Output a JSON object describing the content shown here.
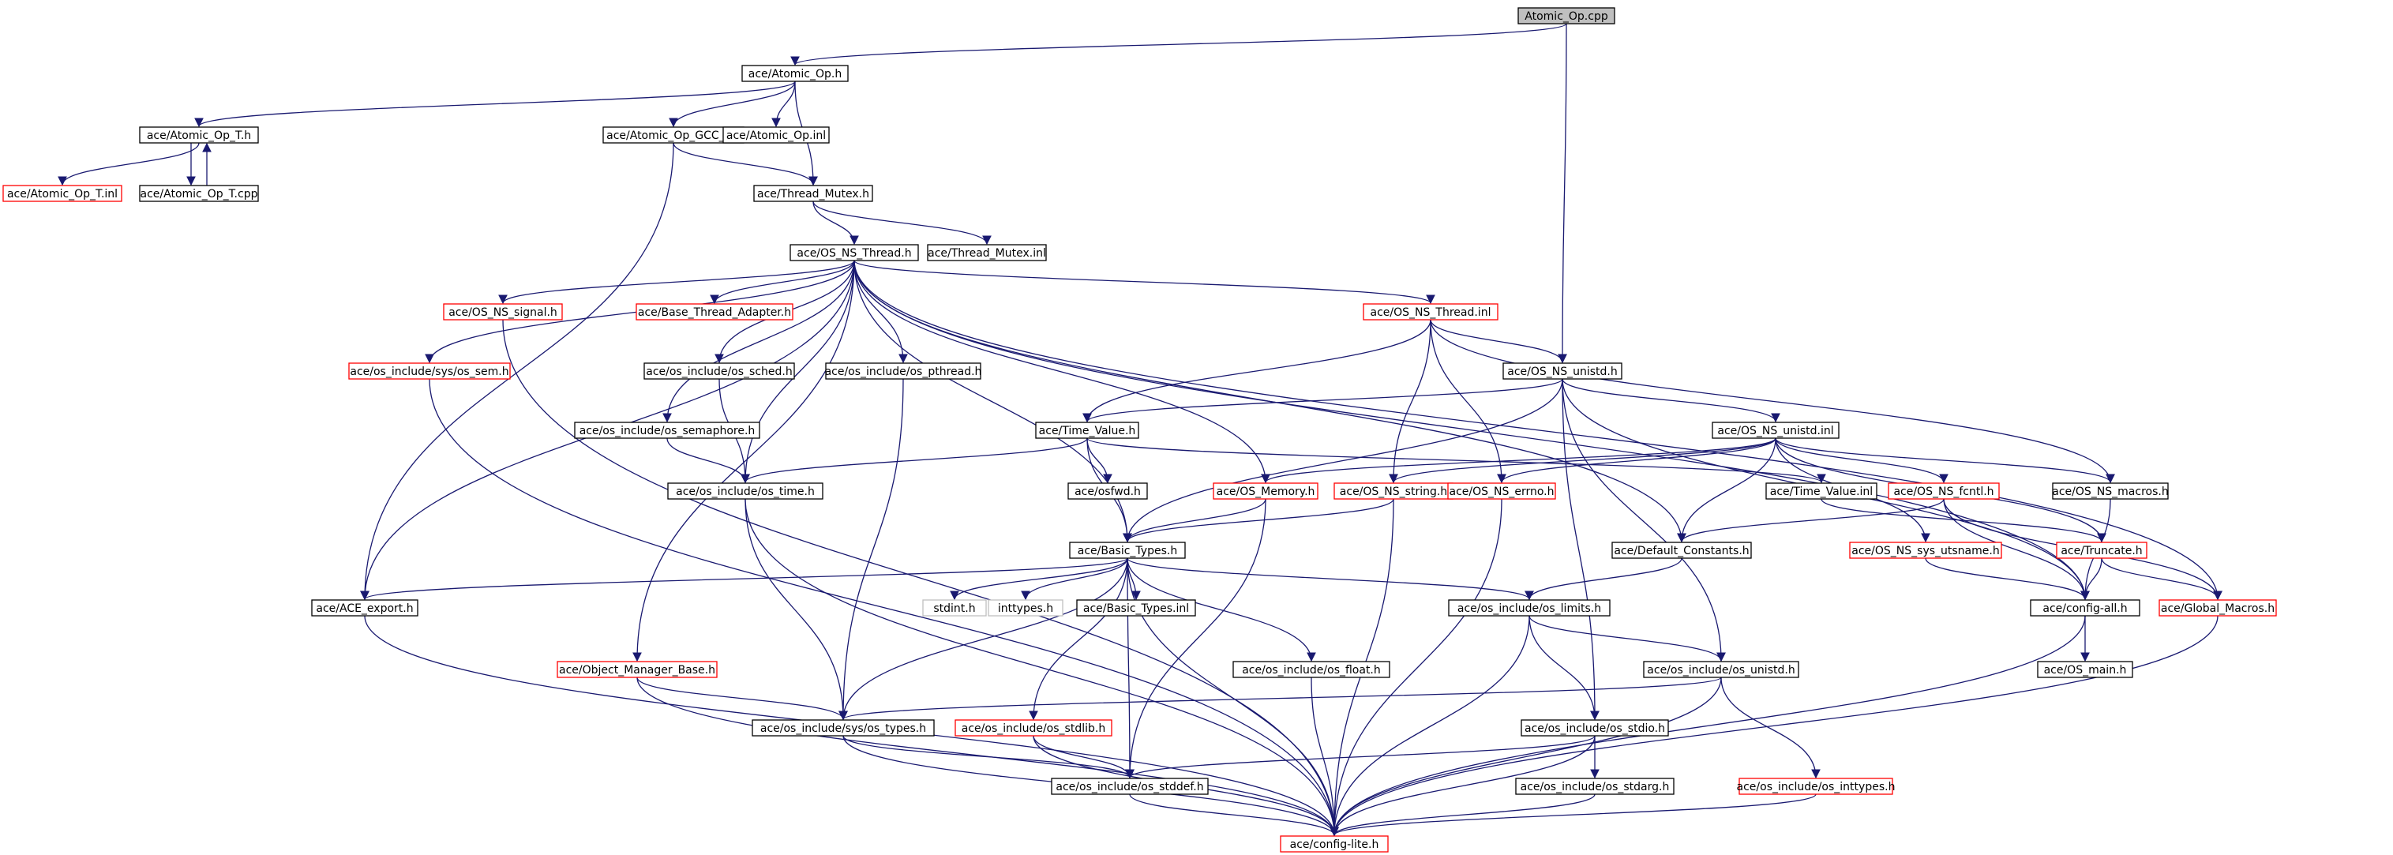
{
  "colors": {
    "edge": "#191970",
    "border_normal": "#000000",
    "border_incomplete": "#ff0000",
    "border_external": "#bfbfbf",
    "root_fill": "#bfbfbf",
    "node_fill": "#ffffff"
  },
  "nodes": [
    {
      "id": "n0",
      "label": "Atomic_Op.cpp",
      "kind": "root"
    },
    {
      "id": "n1",
      "label": "ace/Atomic_Op.h",
      "kind": "normal"
    },
    {
      "id": "n2",
      "label": "ace/Atomic_Op_T.h",
      "kind": "normal"
    },
    {
      "id": "n3",
      "label": "ace/Atomic_Op_GCC_T.h",
      "kind": "normal"
    },
    {
      "id": "n4",
      "label": "ace/Atomic_Op.inl",
      "kind": "normal"
    },
    {
      "id": "n5",
      "label": "ace/Atomic_Op_T.inl",
      "kind": "incomplete"
    },
    {
      "id": "n6",
      "label": "ace/Atomic_Op_T.cpp",
      "kind": "normal"
    },
    {
      "id": "n7",
      "label": "ace/Thread_Mutex.h",
      "kind": "normal"
    },
    {
      "id": "n8",
      "label": "ace/OS_NS_Thread.h",
      "kind": "normal"
    },
    {
      "id": "n9",
      "label": "ace/Thread_Mutex.inl",
      "kind": "normal"
    },
    {
      "id": "n10",
      "label": "ace/OS_NS_signal.h",
      "kind": "incomplete"
    },
    {
      "id": "n11",
      "label": "ace/Base_Thread_Adapter.h",
      "kind": "incomplete"
    },
    {
      "id": "n12",
      "label": "ace/OS_NS_Thread.inl",
      "kind": "incomplete"
    },
    {
      "id": "n13",
      "label": "ace/os_include/sys/os_sem.h",
      "kind": "incomplete"
    },
    {
      "id": "n14",
      "label": "ace/os_include/os_sched.h",
      "kind": "normal"
    },
    {
      "id": "n15",
      "label": "ace/os_include/os_pthread.h",
      "kind": "normal"
    },
    {
      "id": "n16",
      "label": "ace/OS_NS_unistd.h",
      "kind": "normal"
    },
    {
      "id": "n17",
      "label": "ace/os_include/os_semaphore.h",
      "kind": "normal"
    },
    {
      "id": "n18",
      "label": "ace/Time_Value.h",
      "kind": "normal"
    },
    {
      "id": "n19",
      "label": "ace/OS_NS_unistd.inl",
      "kind": "normal"
    },
    {
      "id": "n20",
      "label": "ace/os_include/os_time.h",
      "kind": "normal"
    },
    {
      "id": "n21",
      "label": "ace/osfwd.h",
      "kind": "normal"
    },
    {
      "id": "n22",
      "label": "ace/OS_Memory.h",
      "kind": "incomplete"
    },
    {
      "id": "n23",
      "label": "ace/OS_NS_string.h",
      "kind": "incomplete"
    },
    {
      "id": "n24",
      "label": "ace/OS_NS_errno.h",
      "kind": "incomplete"
    },
    {
      "id": "n25",
      "label": "ace/Time_Value.inl",
      "kind": "normal"
    },
    {
      "id": "n26",
      "label": "ace/OS_NS_fcntl.h",
      "kind": "incomplete"
    },
    {
      "id": "n27",
      "label": "ace/OS_NS_macros.h",
      "kind": "normal"
    },
    {
      "id": "n28",
      "label": "ace/Basic_Types.h",
      "kind": "normal"
    },
    {
      "id": "n29",
      "label": "ace/Default_Constants.h",
      "kind": "normal"
    },
    {
      "id": "n30",
      "label": "ace/OS_NS_sys_utsname.h",
      "kind": "incomplete"
    },
    {
      "id": "n31",
      "label": "ace/Truncate.h",
      "kind": "incomplete"
    },
    {
      "id": "n32",
      "label": "ace/ACE_export.h",
      "kind": "normal"
    },
    {
      "id": "n33",
      "label": "stdint.h",
      "kind": "external"
    },
    {
      "id": "n34",
      "label": "inttypes.h",
      "kind": "external"
    },
    {
      "id": "n35",
      "label": "ace/Basic_Types.inl",
      "kind": "normal"
    },
    {
      "id": "n36",
      "label": "ace/os_include/os_limits.h",
      "kind": "normal"
    },
    {
      "id": "n37",
      "label": "ace/config-all.h",
      "kind": "normal"
    },
    {
      "id": "n38",
      "label": "ace/Global_Macros.h",
      "kind": "incomplete"
    },
    {
      "id": "n39",
      "label": "ace/Object_Manager_Base.h",
      "kind": "incomplete"
    },
    {
      "id": "n40",
      "label": "ace/os_include/os_float.h",
      "kind": "normal"
    },
    {
      "id": "n41",
      "label": "ace/os_include/os_unistd.h",
      "kind": "normal"
    },
    {
      "id": "n42",
      "label": "ace/OS_main.h",
      "kind": "normal"
    },
    {
      "id": "n43",
      "label": "ace/os_include/sys/os_types.h",
      "kind": "normal"
    },
    {
      "id": "n44",
      "label": "ace/os_include/os_stdlib.h",
      "kind": "incomplete"
    },
    {
      "id": "n45",
      "label": "ace/os_include/os_stdio.h",
      "kind": "normal"
    },
    {
      "id": "n46",
      "label": "ace/os_include/os_stddef.h",
      "kind": "normal"
    },
    {
      "id": "n47",
      "label": "ace/os_include/os_stdarg.h",
      "kind": "normal"
    },
    {
      "id": "n48",
      "label": "ace/os_include/os_inttypes.h",
      "kind": "incomplete"
    },
    {
      "id": "n49",
      "label": "ace/config-lite.h",
      "kind": "incomplete"
    }
  ],
  "edges": [
    [
      "n0",
      "n1"
    ],
    [
      "n0",
      "n16"
    ],
    [
      "n1",
      "n2"
    ],
    [
      "n1",
      "n3"
    ],
    [
      "n1",
      "n4"
    ],
    [
      "n1",
      "n7"
    ],
    [
      "n2",
      "n5"
    ],
    [
      "n2",
      "n6"
    ],
    [
      "n6",
      "n2"
    ],
    [
      "n3",
      "n7"
    ],
    [
      "n3",
      "n32"
    ],
    [
      "n7",
      "n8"
    ],
    [
      "n7",
      "n9"
    ],
    [
      "n8",
      "n10"
    ],
    [
      "n8",
      "n11"
    ],
    [
      "n8",
      "n12"
    ],
    [
      "n8",
      "n13"
    ],
    [
      "n8",
      "n14"
    ],
    [
      "n8",
      "n15"
    ],
    [
      "n8",
      "n17"
    ],
    [
      "n8",
      "n20"
    ],
    [
      "n8",
      "n22"
    ],
    [
      "n8",
      "n28"
    ],
    [
      "n8",
      "n29"
    ],
    [
      "n8",
      "n32"
    ],
    [
      "n8",
      "n37"
    ],
    [
      "n8",
      "n38"
    ],
    [
      "n8",
      "n39"
    ],
    [
      "n10",
      "n49"
    ],
    [
      "n12",
      "n16"
    ],
    [
      "n12",
      "n18"
    ],
    [
      "n12",
      "n23"
    ],
    [
      "n12",
      "n24"
    ],
    [
      "n12",
      "n27"
    ],
    [
      "n13",
      "n49"
    ],
    [
      "n14",
      "n20"
    ],
    [
      "n15",
      "n43"
    ],
    [
      "n16",
      "n18"
    ],
    [
      "n16",
      "n19"
    ],
    [
      "n16",
      "n28"
    ],
    [
      "n16",
      "n37"
    ],
    [
      "n16",
      "n41"
    ],
    [
      "n16",
      "n45"
    ],
    [
      "n17",
      "n20"
    ],
    [
      "n18",
      "n20"
    ],
    [
      "n18",
      "n21"
    ],
    [
      "n18",
      "n25"
    ],
    [
      "n18",
      "n28"
    ],
    [
      "n19",
      "n22"
    ],
    [
      "n19",
      "n23"
    ],
    [
      "n19",
      "n24"
    ],
    [
      "n19",
      "n26"
    ],
    [
      "n19",
      "n27"
    ],
    [
      "n19",
      "n29"
    ],
    [
      "n19",
      "n30"
    ],
    [
      "n19",
      "n31"
    ],
    [
      "n20",
      "n43"
    ],
    [
      "n20",
      "n49"
    ],
    [
      "n22",
      "n28"
    ],
    [
      "n22",
      "n46"
    ],
    [
      "n23",
      "n28"
    ],
    [
      "n23",
      "n49"
    ],
    [
      "n24",
      "n49"
    ],
    [
      "n25",
      "n31"
    ],
    [
      "n26",
      "n29"
    ],
    [
      "n26",
      "n37"
    ],
    [
      "n26",
      "n38"
    ],
    [
      "n27",
      "n37"
    ],
    [
      "n28",
      "n32"
    ],
    [
      "n28",
      "n33"
    ],
    [
      "n28",
      "n34"
    ],
    [
      "n28",
      "n35"
    ],
    [
      "n28",
      "n36"
    ],
    [
      "n28",
      "n40"
    ],
    [
      "n28",
      "n43"
    ],
    [
      "n28",
      "n44"
    ],
    [
      "n28",
      "n46"
    ],
    [
      "n28",
      "n49"
    ],
    [
      "n29",
      "n36"
    ],
    [
      "n30",
      "n37"
    ],
    [
      "n31",
      "n37"
    ],
    [
      "n31",
      "n38"
    ],
    [
      "n32",
      "n49"
    ],
    [
      "n36",
      "n41"
    ],
    [
      "n36",
      "n45"
    ],
    [
      "n36",
      "n49"
    ],
    [
      "n37",
      "n42"
    ],
    [
      "n37",
      "n49"
    ],
    [
      "n38",
      "n49"
    ],
    [
      "n39",
      "n43"
    ],
    [
      "n39",
      "n49"
    ],
    [
      "n40",
      "n49"
    ],
    [
      "n41",
      "n43"
    ],
    [
      "n41",
      "n48"
    ],
    [
      "n41",
      "n49"
    ],
    [
      "n43",
      "n46"
    ],
    [
      "n43",
      "n49"
    ],
    [
      "n44",
      "n46"
    ],
    [
      "n44",
      "n49"
    ],
    [
      "n45",
      "n46"
    ],
    [
      "n45",
      "n47"
    ],
    [
      "n45",
      "n49"
    ],
    [
      "n46",
      "n49"
    ],
    [
      "n47",
      "n49"
    ],
    [
      "n48",
      "n49"
    ]
  ]
}
